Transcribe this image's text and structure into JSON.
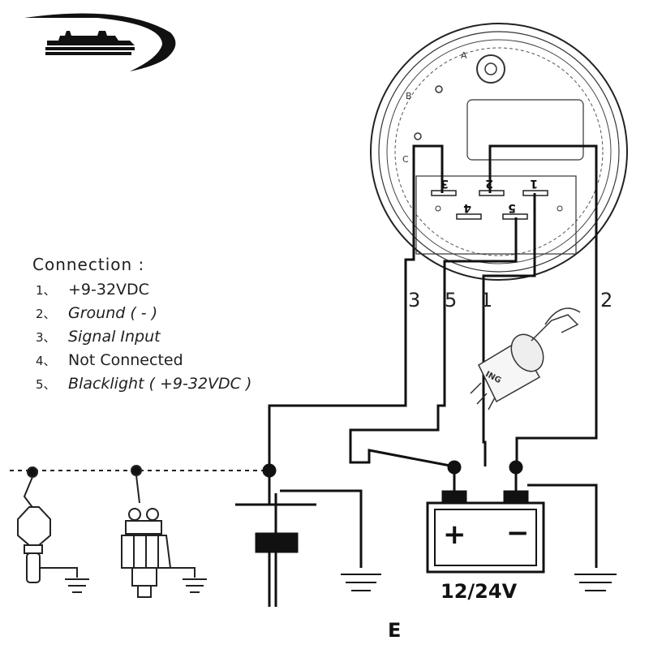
{
  "legend": {
    "title": "Connection :",
    "items": [
      {
        "num": "1、",
        "text": "+9-32VDC"
      },
      {
        "num": "2、",
        "text": "Ground ( - )"
      },
      {
        "num": "3、",
        "text": "Signal  Input"
      },
      {
        "num": "4、",
        "text": "Not Connected"
      },
      {
        "num": "5、",
        "text": "Blacklight ( +9-32VDC )"
      }
    ]
  },
  "gauge": {
    "letters": [
      "A",
      "B",
      "C"
    ],
    "pins": [
      "3",
      "2",
      "1",
      "4",
      "5"
    ]
  },
  "wire_labels": [
    "3",
    "5",
    "1",
    "2"
  ],
  "ignition_label": "ING",
  "battery": {
    "plus": "+",
    "minus": "−",
    "voltage": "12/24V"
  },
  "page_letter": "E",
  "colors": {
    "ink": "#1a1a1a",
    "background": "#ffffff"
  }
}
